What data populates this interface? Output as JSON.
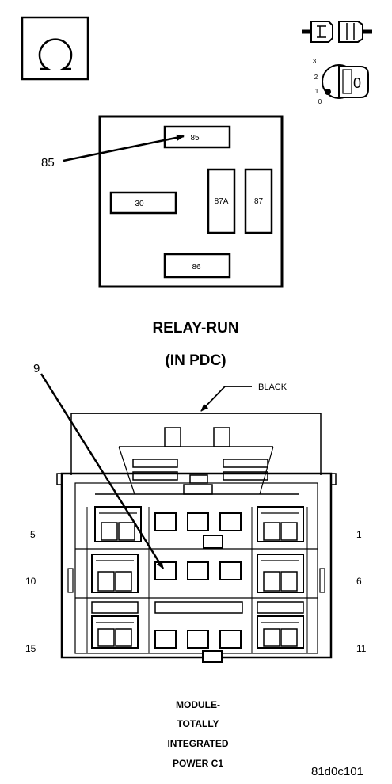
{
  "icons": {
    "ohm": "ohm-meter-icon",
    "connector": "connector-disconnect-icon",
    "ignition": "ignition-switch-icon",
    "ignition_positions": [
      "3",
      "2",
      "1",
      "0"
    ],
    "ignition_key_label": "0"
  },
  "relay": {
    "callout": "85",
    "pins": {
      "p85": "85",
      "p30": "30",
      "p87a": "87A",
      "p87": "87",
      "p86": "86"
    },
    "title_line1": "RELAY-RUN",
    "title_line2": "(IN PDC)"
  },
  "connector": {
    "callout": "9",
    "color_label": "BLACK",
    "row_labels_left": [
      "5",
      "10",
      "15"
    ],
    "row_labels_right": [
      "1",
      "6",
      "11"
    ],
    "caption_lines": [
      "MODULE-",
      "TOTALLY",
      "INTEGRATED",
      "POWER C1"
    ]
  },
  "figure_code": "81d0c101"
}
